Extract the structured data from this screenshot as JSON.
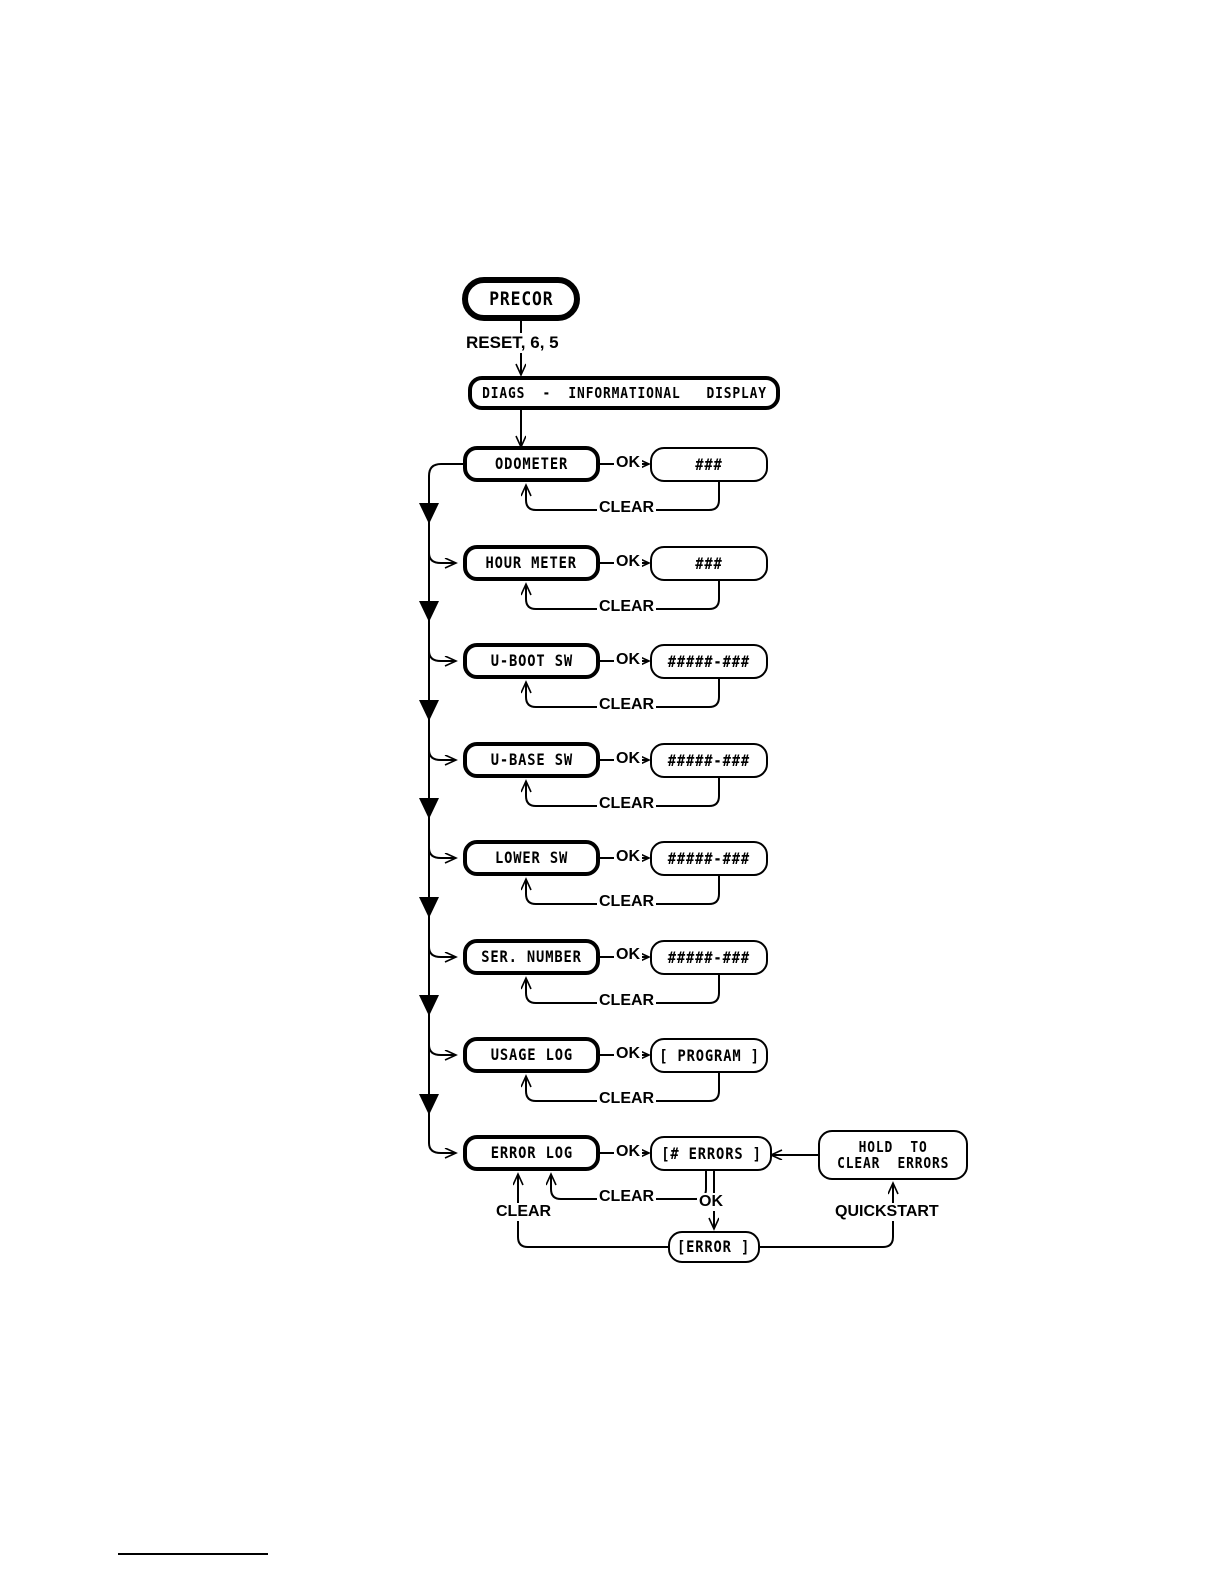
{
  "diagram": {
    "type": "flowchart",
    "title": "DIAGS - INFORMATIONAL DISPLAY menu map",
    "root": {
      "label": "PRECOR"
    },
    "entry_keys": {
      "label": "RESET, 6, 5"
    },
    "header": {
      "label": "DIAGS  -  INFORMATIONAL   DISPLAY"
    },
    "labels": {
      "ok": "OK",
      "clear": "CLEAR",
      "quickstart": "QUICKSTART"
    },
    "rows": [
      {
        "menu": "ODOMETER",
        "value": "###",
        "ok": "OK",
        "clear": "CLEAR"
      },
      {
        "menu": "HOUR METER",
        "value": "###",
        "ok": "OK",
        "clear": "CLEAR"
      },
      {
        "menu": "U-BOOT SW",
        "value": "#####-###",
        "ok": "OK",
        "clear": "CLEAR"
      },
      {
        "menu": "U-BASE SW",
        "value": "#####-###",
        "ok": "OK",
        "clear": "CLEAR"
      },
      {
        "menu": "LOWER SW",
        "value": "#####-###",
        "ok": "OK",
        "clear": "CLEAR"
      },
      {
        "menu": "SER. NUMBER",
        "value": "#####-###",
        "ok": "OK",
        "clear": "CLEAR"
      },
      {
        "menu": "USAGE LOG",
        "value": "[ PROGRAM ]",
        "ok": "OK",
        "clear": "CLEAR"
      },
      {
        "menu": "ERROR LOG",
        "value": "[# ERRORS ]",
        "ok": "OK",
        "clear": "CLEAR"
      }
    ],
    "error_branch": {
      "error_screen": "[ERROR ]",
      "hold_box_line1": "HOLD  TO",
      "hold_box_line2": "CLEAR  ERRORS",
      "ok_label": "OK",
      "clear_label": "CLEAR",
      "quickstart_label": "QUICKSTART"
    },
    "colors": {
      "ink": "#000000",
      "paper": "#ffffff"
    }
  }
}
